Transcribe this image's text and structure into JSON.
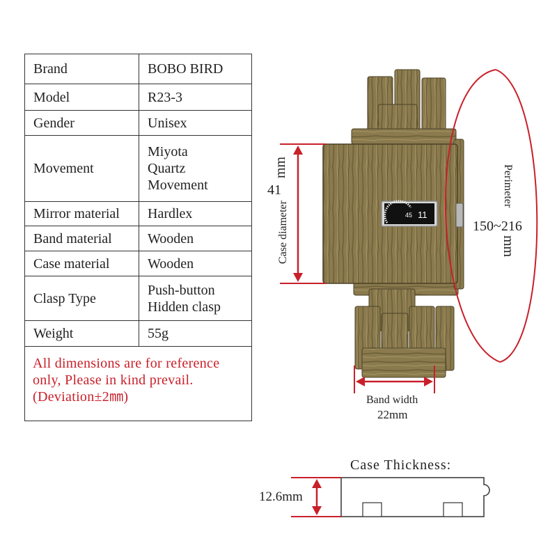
{
  "specs": [
    {
      "key": "Brand",
      "value": [
        "BOBO BIRD"
      ]
    },
    {
      "key": "Model",
      "value": [
        "R23-3"
      ]
    },
    {
      "key": "Gender",
      "value": [
        "Unisex"
      ]
    },
    {
      "key": "Movement",
      "value": [
        "Miyota",
        "Quartz",
        "Movement"
      ]
    },
    {
      "key": "Mirror material",
      "value": [
        "Hardlex"
      ]
    },
    {
      "key": "Band material",
      "value": [
        "Wooden"
      ]
    },
    {
      "key": "Case material",
      "value": [
        "Wooden"
      ]
    },
    {
      "key": "Clasp Type",
      "value": [
        "Push-button",
        "Hidden clasp"
      ]
    },
    {
      "key": "Weight",
      "value": [
        "55g"
      ]
    }
  ],
  "note": {
    "line1": "All dimensions are for reference",
    "line2": "only, Please in kind prevail.",
    "line3": "(Deviation±2㎜)"
  },
  "case_diameter": {
    "value": "41",
    "unit": "mm",
    "label": "Case diameter"
  },
  "perimeter": {
    "label": "Perimeter",
    "value": "150~216",
    "unit": "mm"
  },
  "band_width": {
    "label": "Band width",
    "value": "22mm"
  },
  "thickness": {
    "label": "Case Thickness:",
    "value": "12.6mm"
  },
  "dial": {
    "minute": "45",
    "hour": "11"
  },
  "colors": {
    "accent_red": "#c8202a",
    "wood_base": "#8a7a4e",
    "wood_dark": "#5f5230"
  }
}
